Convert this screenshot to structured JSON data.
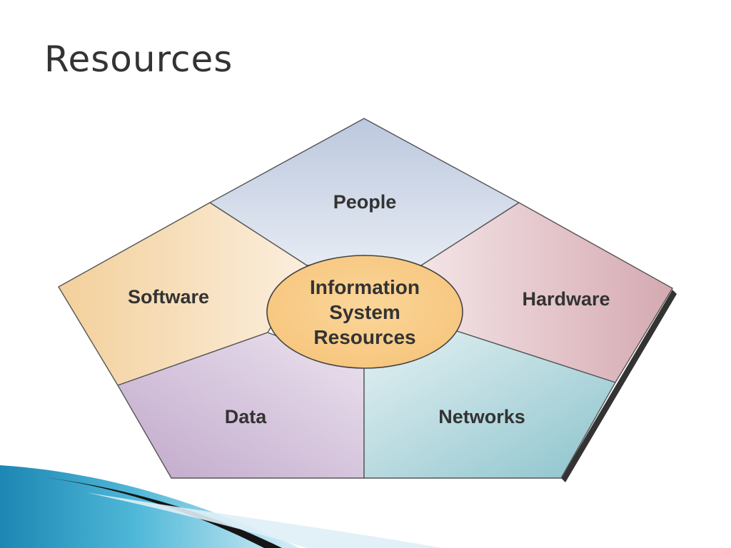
{
  "slide": {
    "title": "Resources"
  },
  "diagram": {
    "center": {
      "lines": [
        "Information",
        "System",
        "Resources"
      ],
      "color": "#f8cf8c"
    },
    "segments": {
      "people": {
        "label": "People",
        "color": "#c5d0e2"
      },
      "software": {
        "label": "Software",
        "color": "#f4d4a2"
      },
      "hardware": {
        "label": "Hardware",
        "color": "#deb6bd"
      },
      "data": {
        "label": "Data",
        "color": "#cbb6d4"
      },
      "networks": {
        "label": "Networks",
        "color": "#a3cfd6"
      }
    }
  },
  "decoration": {
    "swoosh_color": "#2b9fc6"
  }
}
